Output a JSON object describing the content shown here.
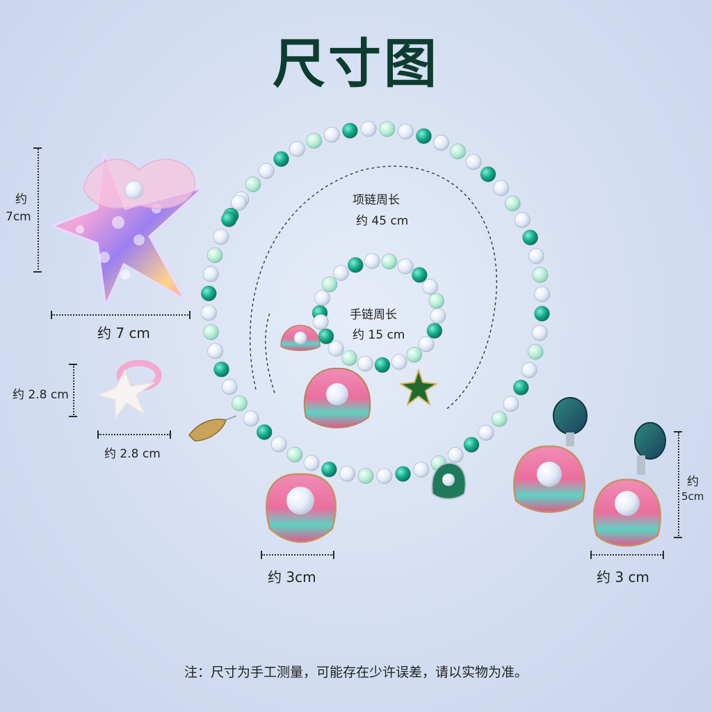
{
  "title": "尺寸图",
  "labels": {
    "starfish_height_prefix": "约",
    "starfish_height_value": "7cm",
    "starfish_width": "约 7 cm",
    "ring_height": "约 2.8 cm",
    "ring_width": "约 2.8 cm",
    "necklace_name": "项链周长",
    "necklace_value": "约 45 cm",
    "bracelet_name": "手链周长",
    "bracelet_value": "约 15 cm",
    "shell_width": "约 3cm",
    "earring_height_prefix": "约",
    "earring_height_value": "5cm",
    "earring_width": "约 3 cm"
  },
  "note": "注：尺寸为手工测量，可能存在少许误差，请以实物为准。",
  "colors": {
    "title": "#0d3d30",
    "bead_green": "#13a98a",
    "bead_pearl": "#eef3fb",
    "bead_mint": "#b8ecd6",
    "shell_pink": "#ea6f9d",
    "shell_teal": "#5fd2c2"
  }
}
